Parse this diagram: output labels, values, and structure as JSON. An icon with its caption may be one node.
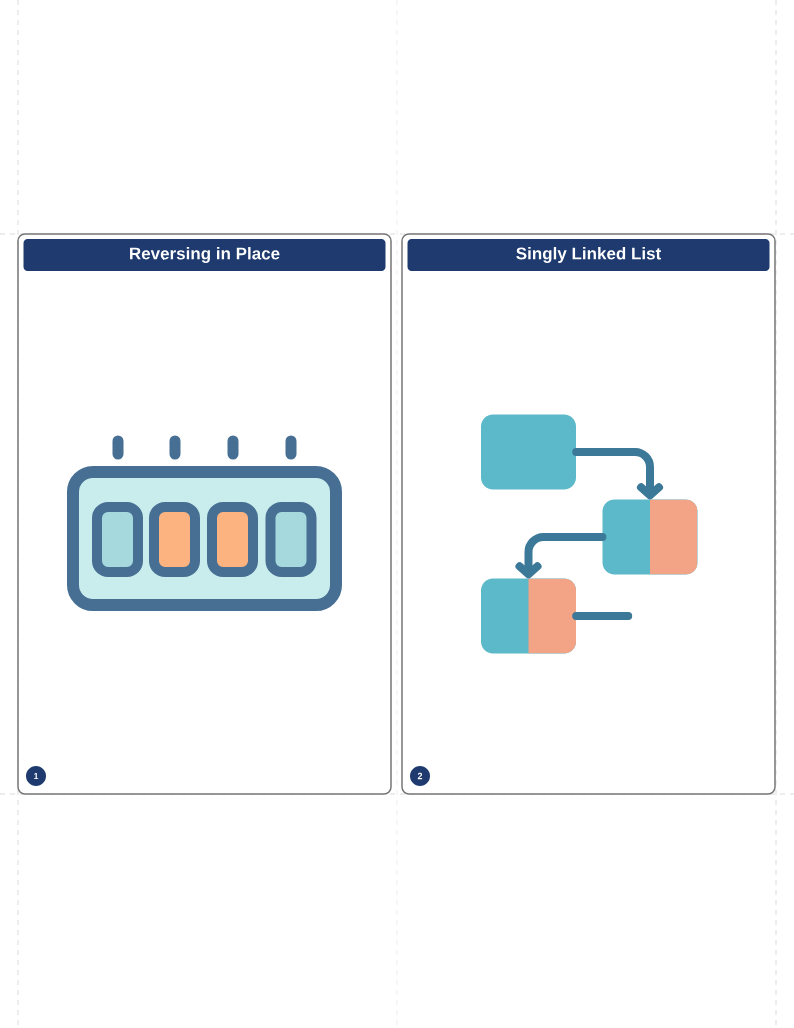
{
  "diagram": {
    "nodes": [
      {
        "text": [
          "Reversing in Place"
        ]
      },
      {
        "text": [
          "1"
        ],
        "in": 0
      },
      {
        "text": [
          "Singly Linked List"
        ]
      },
      {
        "text": [],
        "shape": "box",
        "in": 2
      },
      {
        "text": [],
        "shape": "box",
        "in": 2
      },
      {
        "text": [],
        "shape": "box",
        "in": 2
      },
      {
        "text": [
          "2"
        ],
        "in": 2
      }
    ],
    "edges": [
      {
        "from": 3,
        "to": 4,
        "arrow": "to"
      },
      {
        "from": 4,
        "to": 5,
        "arrow": "to"
      },
      {
        "from": 5,
        "to": null,
        "arrow": "none"
      }
    ]
  }
}
